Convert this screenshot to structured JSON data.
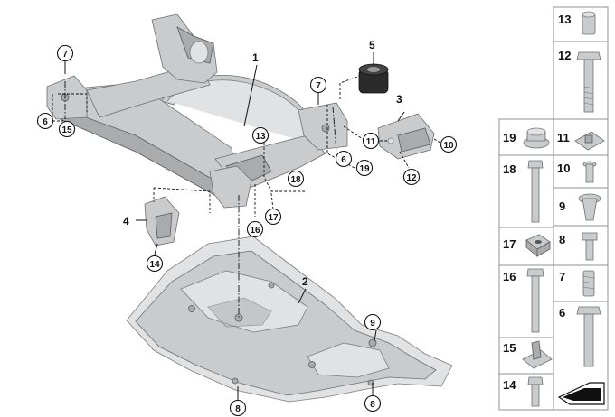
{
  "callouts": {
    "c1": "1",
    "c2": "2",
    "c3": "3",
    "c4": "4",
    "c5": "5",
    "c6a": "6",
    "c6b": "6",
    "c7a": "7",
    "c7b": "7",
    "c8a": "8",
    "c8b": "8",
    "c9": "9",
    "c10": "10",
    "c11": "11",
    "c12": "12",
    "c13": "13",
    "c14": "14",
    "c15": "15",
    "c16": "16",
    "c17": "17",
    "c18": "18",
    "c19": "19"
  },
  "legend": {
    "p13": "13",
    "p12": "12",
    "p19": "19",
    "p11": "11",
    "p18": "18",
    "p10": "10",
    "p9": "9",
    "p17": "17",
    "p8": "8",
    "p16": "16",
    "p7": "7",
    "p6": "6",
    "p15": "15",
    "p14": "14"
  }
}
